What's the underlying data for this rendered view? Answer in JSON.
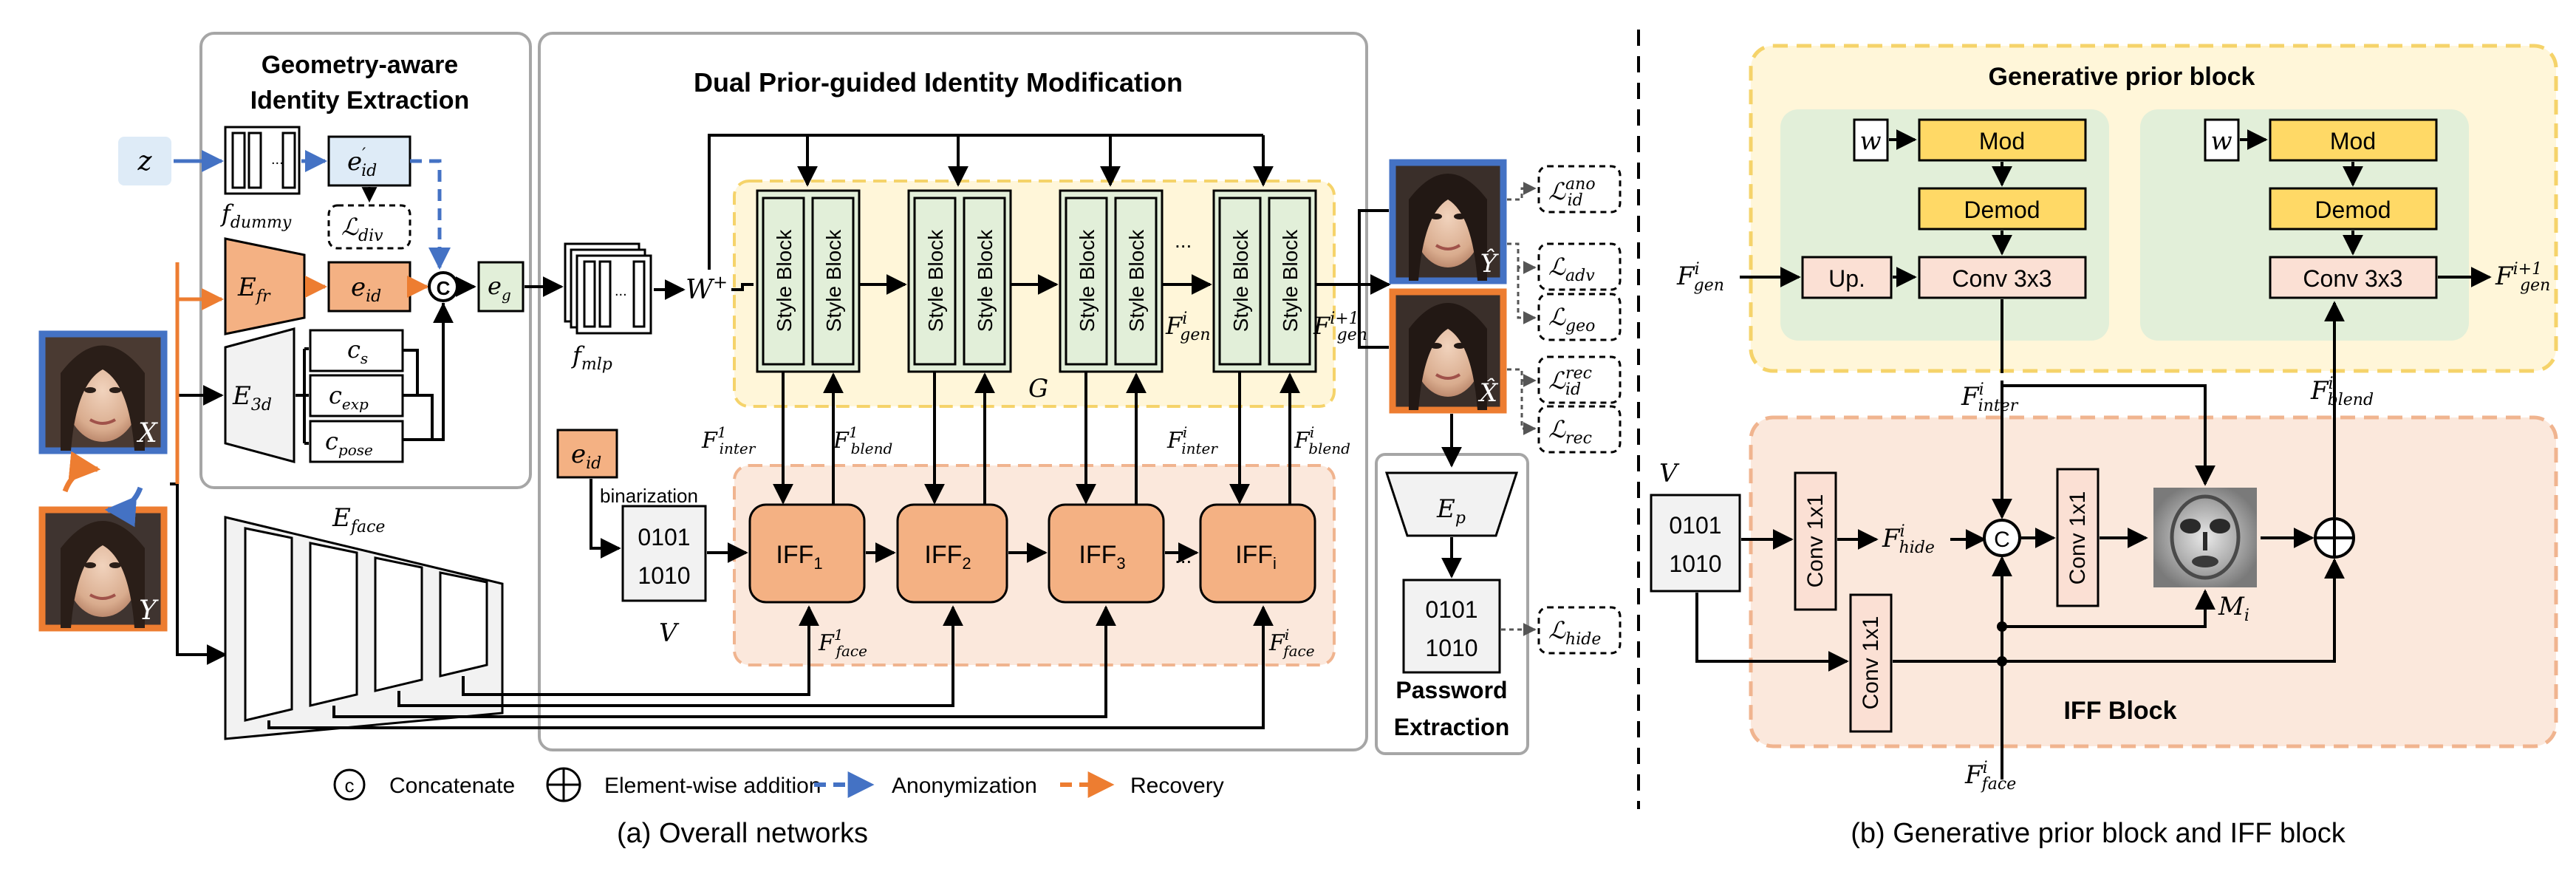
{
  "colors": {
    "blue": "#4472c4",
    "orange": "#ed7d31",
    "panel_yellow": "#fff6d9",
    "panel_yellow_border": "#f5d36a",
    "panel_orange": "#fbe8dc",
    "panel_orange_border": "#f0b48f",
    "inner_green": "#e2efd9",
    "block_yellow": "#ffd966",
    "block_pink": "#fbe0d4",
    "iff_orange": "#f4b183",
    "e_orange": "#f4b183",
    "light_blue": "#deebf7"
  },
  "left": {
    "geo_title_1": "Geometry-aware",
    "geo_title_2": "Identity Extraction",
    "dual_title": "Dual Prior-guided Identity Modification",
    "z": "z",
    "f_dummy": "f",
    "f_dummy_sub": "dummy",
    "e_id_prime": "e",
    "e_id_prime_sub": "id",
    "e_id_prime_sup": "′",
    "l_div": "ℒ",
    "l_div_sub": "div",
    "e_fr": "E",
    "e_fr_sub": "fr",
    "e_id": "e",
    "e_id_sub": "id",
    "concat": "C",
    "e_g": "e",
    "e_g_sub": "g",
    "e_3d": "E",
    "e_3d_sub": "3d",
    "c_s": "c",
    "c_s_sub": "s",
    "c_exp": "c",
    "c_exp_sub": "exp",
    "c_pose": "c",
    "c_pose_sub": "pose",
    "f_mlp": "f",
    "f_mlp_sub": "mlp",
    "w_plus": "W",
    "w_plus_sup": "+",
    "style_block": "Style Block",
    "ellipsis": "...",
    "f_gen": "F",
    "f_gen_sub": "gen",
    "f_gen_sup": "i",
    "f_gen_next_sup": "i+1",
    "g_label": "G",
    "f_inter": "F",
    "f_inter_sub": "inter",
    "f_blend": "F",
    "f_blend_sub": "blend",
    "sup_1": "1",
    "sup_i": "i",
    "e_id2": "e",
    "e_id2_sub": "id",
    "binarization": "binarization",
    "code_line1": "0101",
    "code_line2": "1010",
    "v_label": "V",
    "iff_blocks": [
      "IFF",
      "IFF",
      "IFF",
      "IFF"
    ],
    "iff_subs": [
      "1",
      "2",
      "3",
      "i"
    ],
    "f_face": "F",
    "f_face_sub": "face",
    "e_face": "E",
    "e_face_sub": "face",
    "x_label": "X",
    "y_label": "Y",
    "y_hat": "Ŷ",
    "x_hat": "X̂",
    "l_id_ano": "ℒ",
    "l_id_ano_sub": "id",
    "l_id_ano_sup": "ano",
    "l_adv": "ℒ",
    "l_adv_sub": "adv",
    "l_geo": "ℒ",
    "l_geo_sub": "geo",
    "l_id_rec": "ℒ",
    "l_id_rec_sub": "id",
    "l_id_rec_sup": "rec",
    "l_rec": "ℒ",
    "l_rec_sub": "rec",
    "e_p": "E",
    "e_p_sub": "p",
    "l_hide": "ℒ",
    "l_hide_sub": "hide",
    "pwd_1": "Password",
    "pwd_2": "Extraction"
  },
  "legend": {
    "concat_symbol": "c",
    "concat": "Concatenate",
    "add": "Element-wise addition",
    "anonymization": "Anonymization",
    "recovery": "Recovery"
  },
  "right": {
    "gen_title": "Generative prior block",
    "w": "w",
    "mod": "Mod",
    "demod": "Demod",
    "conv3": "Conv 3x3",
    "up": "Up.",
    "f_gen": "F",
    "f_gen_sub": "gen",
    "f_gen_sup": "i",
    "f_gen_next_sup": "i+1",
    "f_inter": "F",
    "f_inter_sub": "inter",
    "f_blend": "F",
    "f_blend_sub": "blend",
    "sup_i": "i",
    "v_label": "V",
    "code_line1": "0101",
    "code_line2": "1010",
    "conv1": "Conv 1x1",
    "f_hide": "F",
    "f_hide_sub": "hide",
    "concat": "C",
    "m_i": "M",
    "m_i_sub": "i",
    "iff_title": "IFF Block",
    "f_face": "F",
    "f_face_sub": "face"
  },
  "captions": {
    "a": "(a) Overall networks",
    "b": "(b) Generative prior block and IFF block"
  }
}
